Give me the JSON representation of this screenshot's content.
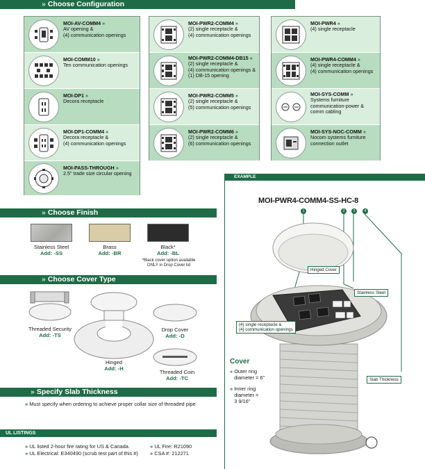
{
  "headers": {
    "configuration": "Choose Configuration",
    "finish": "Choose Finish",
    "cover_type": "Choose Cover Type",
    "slab": "Specify Slab Thickness",
    "ul": "UL LISTINGS",
    "example": "EXAMPLE"
  },
  "config": {
    "col1": [
      {
        "pn": "MOI-AV-COMM4",
        "desc": "AV opening &\n(4) communication openings"
      },
      {
        "pn": "MOI-COMM10",
        "desc": "Ten communication openings"
      },
      {
        "pn": "MOI-DP1",
        "desc": "Decora receptacle"
      },
      {
        "pn": "MOI-DP1-COMM4",
        "desc": "Decora receptacle &\n(4) communication openings"
      },
      {
        "pn": "MOI-PASS-THROUGH",
        "desc": "2.5\" trade size circular opening"
      }
    ],
    "col2": [
      {
        "pn": "MOI-PWR2-COMM4",
        "desc": "(2) single receptacle &\n(4) communication openings"
      },
      {
        "pn": "MOI-PWR2-COMM4-DB15",
        "desc": "(2) single receptacle &\n(4) communication openings &\n(1) DB-15 opening"
      },
      {
        "pn": "MOI-PWR2-COMM5",
        "desc": "(2) single receptacle &\n(5) communication openings"
      },
      {
        "pn": "MOI-PWR2-COMM6",
        "desc": "(2) single receptacle &\n(6) communication openings"
      }
    ],
    "col3": [
      {
        "pn": "MOI-PWR4",
        "desc": "(4) single receptacle"
      },
      {
        "pn": "MOI-PWR4-COMM4",
        "desc": "(4) single receptacle &\n(4) communication openings"
      },
      {
        "pn": "MOI-SYS-COMM",
        "desc": "Systems furniture\ncommunication-power &\ncomm cabling"
      },
      {
        "pn": "MOI-SYS-NOC-COMM",
        "desc": "Nocom systems furniture\nconnection outlet"
      }
    ]
  },
  "finish": [
    {
      "name": "Stainless Steel",
      "add": "Add: -SS",
      "color": "#b9b9b6"
    },
    {
      "name": "Brass",
      "add": "Add: -BR",
      "color": "#d8cda6"
    },
    {
      "name": "Black*",
      "add": "Add: -BL",
      "color": "#2c2c2c"
    }
  ],
  "finish_note": "*Black cover option available\nONLY in Drop Cover lid",
  "covers": {
    "threaded_security": {
      "name": "Threaded Security",
      "add": "Add: -TS"
    },
    "drop": {
      "name": "Drop Cover",
      "add": "Add: -D"
    },
    "hinged": {
      "name": "Hinged",
      "add": "Add: -H"
    },
    "threaded_coin": {
      "name": "Threaded Coin",
      "add": "Add: -TC"
    }
  },
  "slab_text": "Must specify when ordering to achieve proper collar size of threaded pipe",
  "ul": {
    "left1": "UL listed 2-hour fire rating for US & Canada.",
    "left2": "UL Electrical: E340490 (scrub test part of this #)",
    "right1": "UL Fire: R21090",
    "right2": "CSA #: 212271"
  },
  "example": {
    "part": "MOI-PWR4-COMM4-SS-HC-8",
    "nums": [
      "1",
      "2",
      "3",
      "4"
    ],
    "hinged_cover": "Hinged Cover",
    "stainless": "Stainless Steel",
    "desc": "(4) single receptacle &\n(4) communication openings",
    "slab": "Slab Thickness",
    "cover_title": "Cover",
    "outer": "Outer ring\ndiameter = 6\"",
    "inner": "Inner ring\ndiameter =\n3 9/16\""
  },
  "bullet": "»"
}
